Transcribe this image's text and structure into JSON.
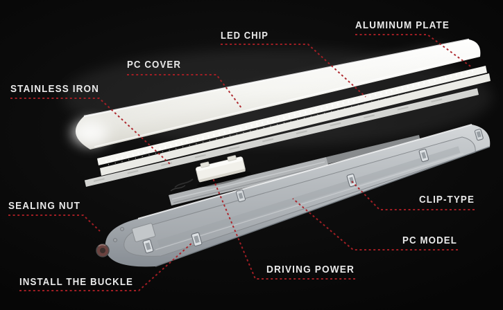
{
  "diagram": {
    "description": "Exploded view diagram of an LED tri-proof light fixture with red dotted callout lines naming each component",
    "background_color": "#0b0b0b",
    "leader_line_color": "#ab2026",
    "label_text_color": "#e9e9e9",
    "labels": [
      {
        "id": "stainless-iron",
        "text": "STAINLESS IRON"
      },
      {
        "id": "pc-cover",
        "text": "PC COVER"
      },
      {
        "id": "led-chip",
        "text": "LED CHIP"
      },
      {
        "id": "aluminum-plate",
        "text": "ALUMINUM PLATE"
      },
      {
        "id": "sealing-nut",
        "text": "SEALING NUT"
      },
      {
        "id": "install-the-buckle",
        "text": "INSTALL THE BUCKLE"
      },
      {
        "id": "driving-power",
        "text": "DRIVING POWER"
      },
      {
        "id": "pc-model",
        "text": "PC MODEL"
      },
      {
        "id": "clip-type",
        "text": "CLIP-TYPE"
      }
    ]
  }
}
